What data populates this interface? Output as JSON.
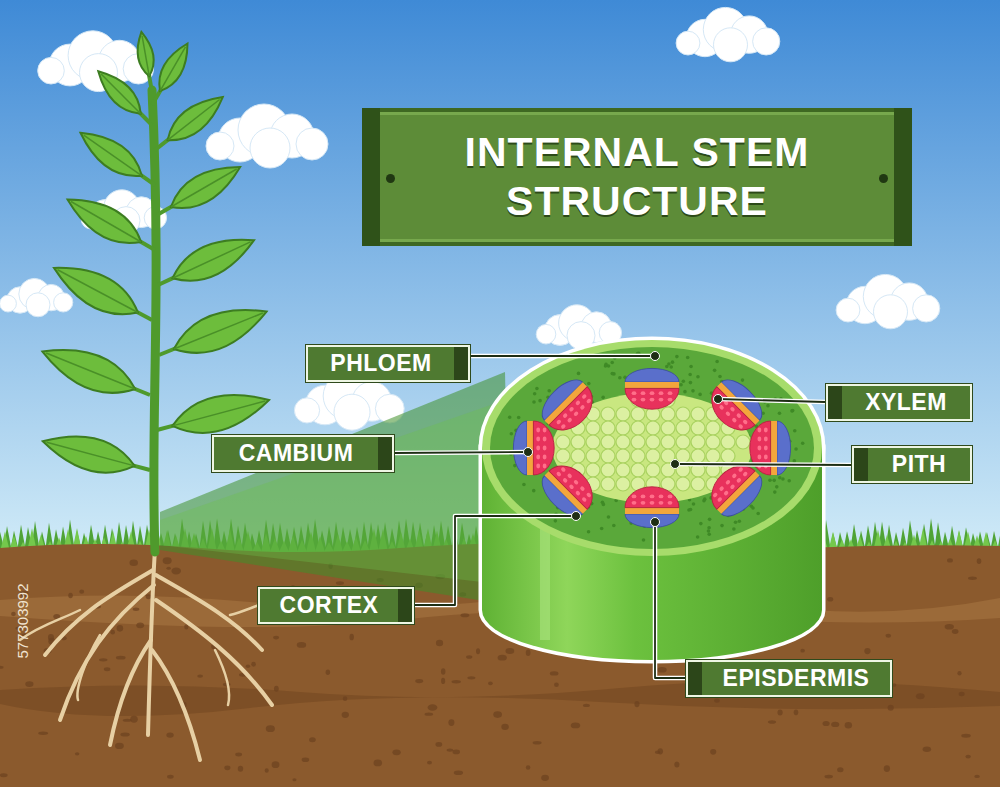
{
  "diagram": {
    "title": "INTERNAL STEM STRUCTURE",
    "nodes": [
      {
        "text": [
          "PHLOEM"
        ]
      },
      {
        "text": [
          "XYLEM"
        ]
      },
      {
        "text": [
          "CAMBIUM"
        ]
      },
      {
        "text": [
          "PITH"
        ]
      },
      {
        "text": [
          "CORTEX"
        ]
      },
      {
        "text": [
          "EPISDERMIS"
        ]
      }
    ],
    "labels": [
      "577303992"
    ]
  }
}
